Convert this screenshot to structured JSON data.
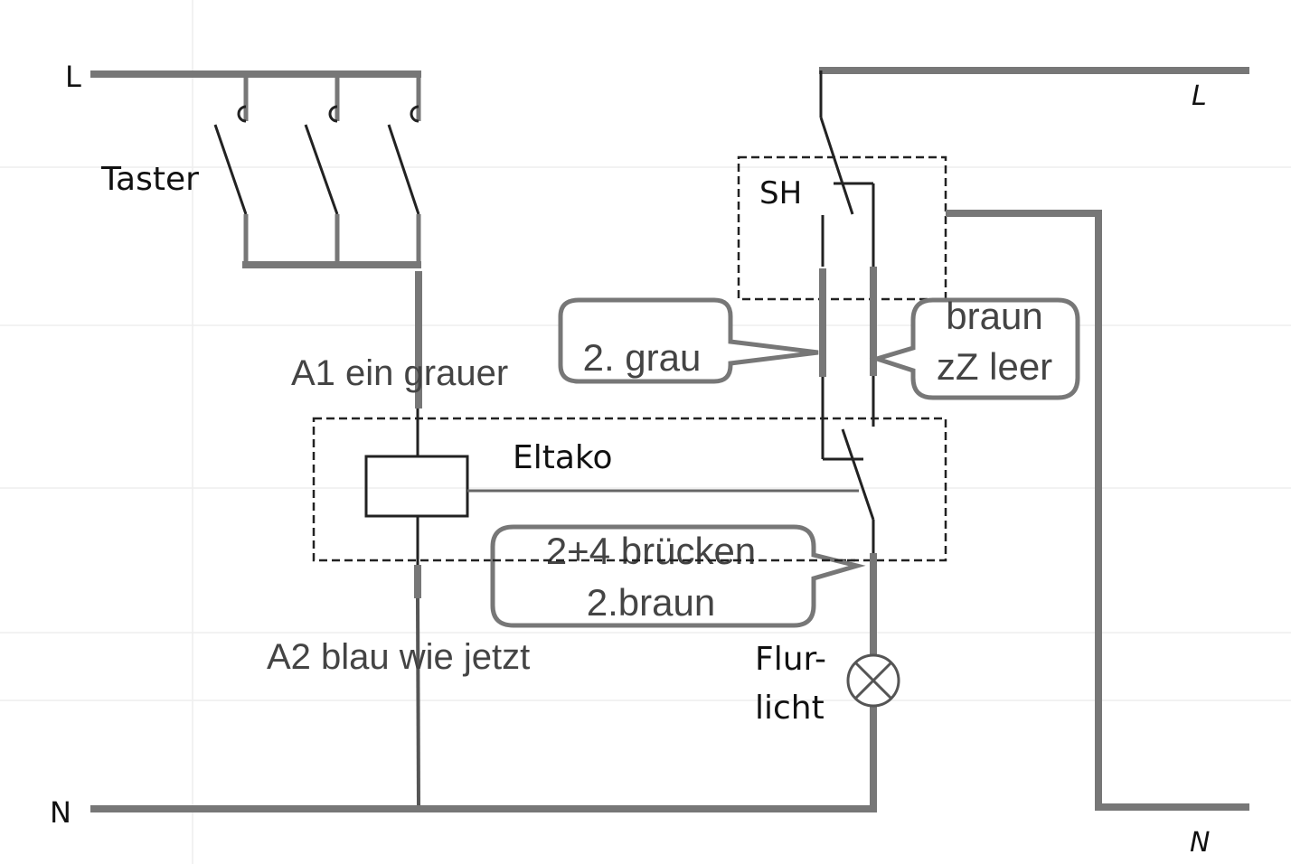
{
  "diagram": {
    "labels": {
      "L_left": "L",
      "N_left": "N",
      "L_right": "L",
      "N_right": "N",
      "taster": "Taster",
      "a1": "A1 ein grauer",
      "a2": "A2 blau wie jetzt",
      "eltako": "Eltako",
      "sh": "SH",
      "lamp_line1": "Flur-",
      "lamp_line2": "licht"
    },
    "callouts": {
      "grau": "2. grau",
      "braun_line1": "braun",
      "braun_line2": "zZ leer",
      "bruecken_line1": "2+4 brücken",
      "bruecken_line2": "2.braun"
    }
  }
}
